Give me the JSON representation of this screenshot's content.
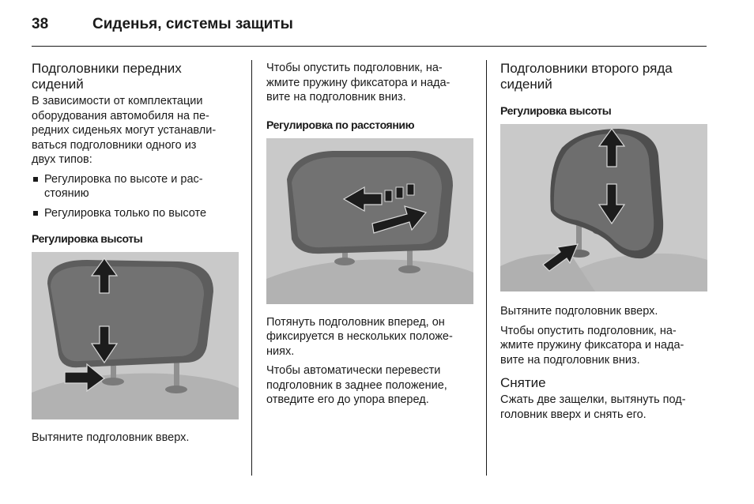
{
  "header": {
    "page_number": "38",
    "title": "Сиденья, системы защиты"
  },
  "col1": {
    "heading_line1": "Подголовники передних",
    "heading_line2": "сидений",
    "intro_lines": [
      "В зависимости от комплектации",
      "оборудования автомобиля на пе-",
      "редних сиденьях могут устанавли-",
      "ваться подголовники одного из",
      "двух типов:"
    ],
    "bullet1_line1": "Регулировка по высоте и рас-",
    "bullet1_line2": "стоянию",
    "bullet2": "Регулировка только по высоте",
    "subheading": "Регулировка высоты",
    "caption": "Вытяните подголовник вверх."
  },
  "col2": {
    "text1_lines": [
      "Чтобы опустить подголовник, на-",
      "жмите пружину фиксатора и нада-",
      "вите на подголовник вниз."
    ],
    "subheading": "Регулировка по расстоянию",
    "text2_lines": [
      "Потянуть подголовник вперед, он",
      "фиксируется в нескольких положе-",
      "ниях."
    ],
    "text3_lines": [
      "Чтобы автоматически перевести",
      "подголовник в заднее положение,",
      "отведите его до упора вперед."
    ]
  },
  "col3": {
    "heading_line1": "Подголовники второго ряда",
    "heading_line2": "сидений",
    "subheading": "Регулировка высоты",
    "text1": "Вытяните подголовник вверх.",
    "text2_lines": [
      "Чтобы опустить подголовник, на-",
      "жмите пружину фиксатора и нада-",
      "вите на подголовник вниз."
    ],
    "heading2": "Снятие",
    "text3_lines": [
      "Сжать две защелки, вытянуть под-",
      "головник вверх и снять его."
    ]
  },
  "colors": {
    "text": "#1a1a1a",
    "figure_background": "#c9c9c9",
    "headrest": "#6c6c6c",
    "arrow": "#1c1c1c"
  },
  "icons": [
    "up-arrow-icon",
    "down-arrow-icon",
    "push-arrow-icon",
    "backward-dashed-arrow-icon",
    "forward-arrow-icon"
  ]
}
